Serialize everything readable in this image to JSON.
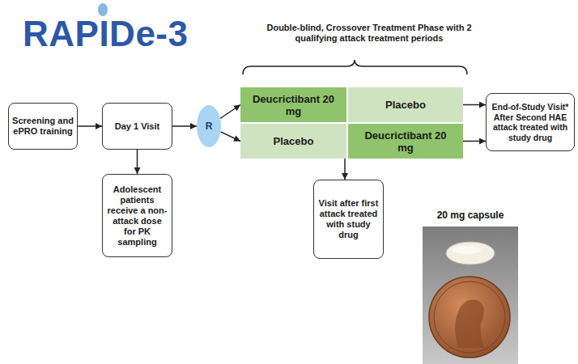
{
  "diagram": {
    "title": "RAPIDe-3",
    "nodes": [
      {
        "text": [
          "Screening and ePRO training"
        ]
      },
      {
        "text": [
          "Day 1 Visit"
        ]
      },
      {
        "text": [
          "Adolescent patients receive a non-attack dose for PK sampling"
        ]
      },
      {
        "text": [
          "R"
        ]
      },
      {
        "text": [
          "Deucrictibant 20 mg"
        ]
      },
      {
        "text": [
          "Placebo"
        ]
      },
      {
        "text": [
          "Placebo"
        ]
      },
      {
        "text": [
          "Deucrictibant 20 mg"
        ]
      },
      {
        "text": [
          "Visit after first attack treated with study drug"
        ]
      },
      {
        "text": [
          "End-of-Study Visit* After Second HAE attack treated with study drug"
        ]
      }
    ],
    "edges": [
      {
        "from": 0,
        "to": 1,
        "arrow": "to"
      },
      {
        "from": 1,
        "to": 2,
        "arrow": "to"
      },
      {
        "from": 1,
        "to": 3,
        "arrow": "to"
      },
      {
        "from": 3,
        "to": 4,
        "arrow": "to"
      },
      {
        "from": 3,
        "to": 6,
        "arrow": "to"
      },
      {
        "from": 5,
        "to": 9,
        "arrow": "to"
      },
      {
        "from": 7,
        "to": 9,
        "arrow": "to"
      },
      {
        "from": 6,
        "to": 8,
        "arrow": "to"
      }
    ],
    "labels": [
      "Double-blind, Crossover Treatment Phase with 2 qualifying attack treatment periods",
      "20 mg capsule"
    ]
  }
}
